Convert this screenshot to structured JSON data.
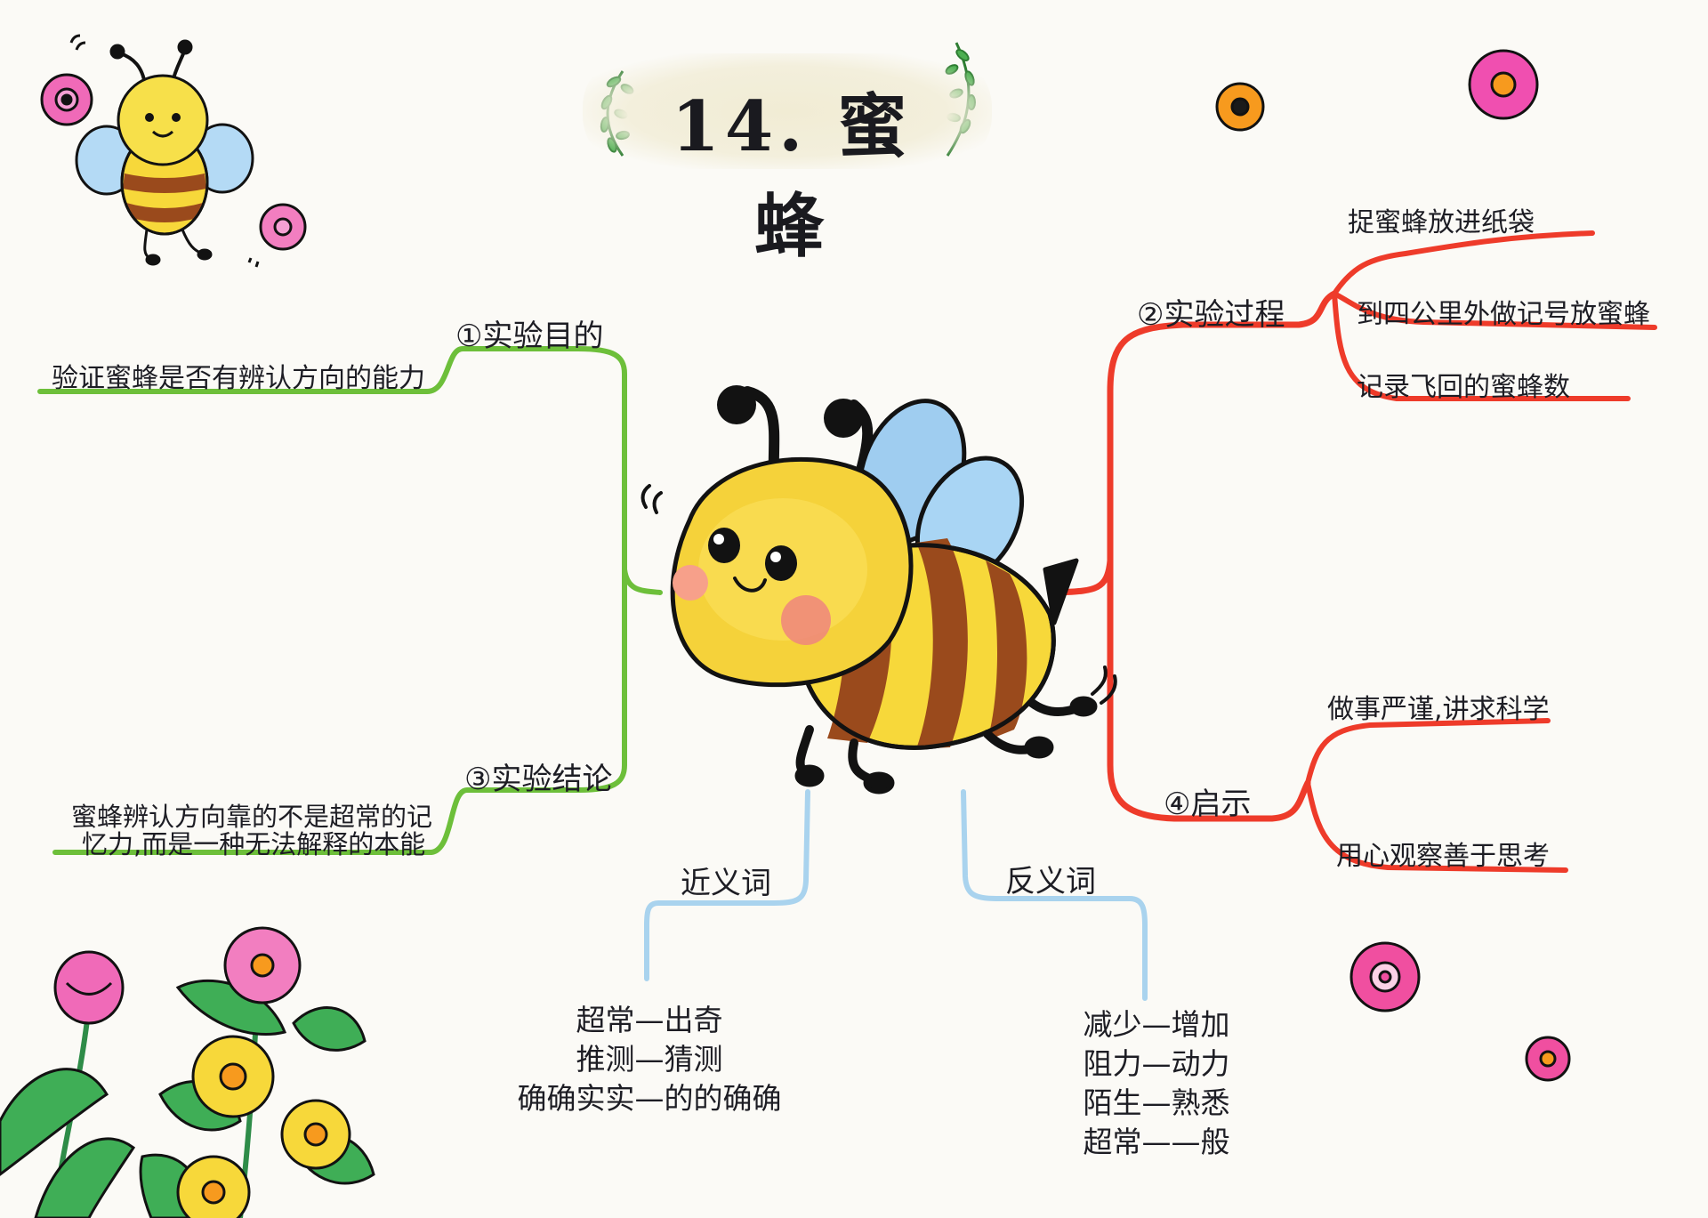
{
  "title": "14. 蜜蜂",
  "branches": {
    "purpose": {
      "label": "①实验目的",
      "leaves": [
        "验证蜜蜂是否有辨认方向的能力"
      ],
      "color": "#6dbf3a"
    },
    "process": {
      "label": "②实验过程",
      "leaves": [
        "捉蜜蜂放进纸袋",
        "到四公里外做记号放蜜蜂",
        "记录飞回的蜜蜂数"
      ],
      "color": "#ee3b2a"
    },
    "conclusion": {
      "label": "③实验结论",
      "leaves": [
        "蜜蜂辨认方向靠的不是超常的记",
        "忆力,而是一种无法解释的本能"
      ],
      "color": "#6dbf3a"
    },
    "insight": {
      "label": "④启示",
      "leaves": [
        "做事严谨,讲求科学",
        "用心观察善于思考"
      ],
      "color": "#ee3b2a"
    },
    "synonyms": {
      "label": "近义词",
      "items": [
        "超常—出奇",
        "推测—猜测",
        "确确实实—的的确确"
      ],
      "color": "#a9d3ee"
    },
    "antonyms": {
      "label": "反义词",
      "items": [
        "减少—增加",
        "阻力—动力",
        "陌生—熟悉",
        "超常——般"
      ],
      "color": "#a9d3ee"
    }
  },
  "colors": {
    "bee_yellow": "#f7d83a",
    "bee_brown": "#9a4a1c",
    "wing_blue": "#9fcdf0",
    "flower_pink": "#f06ab8",
    "flower_orange": "#f79a1e",
    "leaf_green": "#3fae56"
  }
}
